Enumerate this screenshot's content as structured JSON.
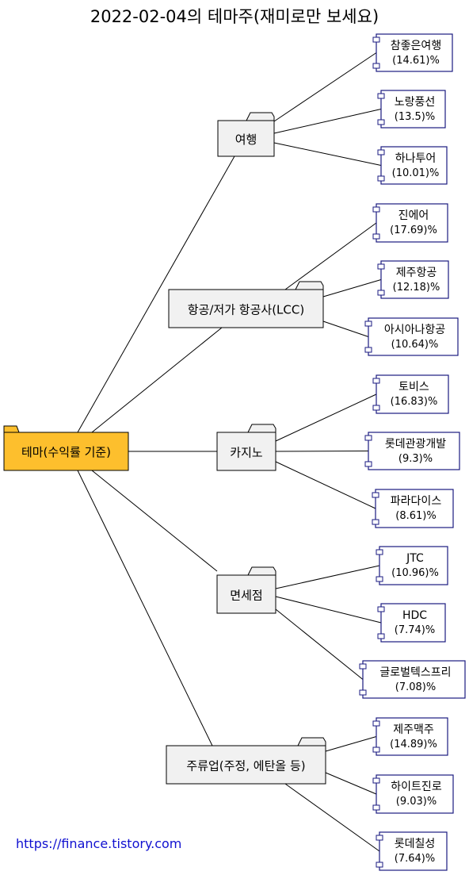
{
  "title": "2022-02-04의 테마주(재미로만 보세요)",
  "footer": "https://finance.tistory.com",
  "colors": {
    "root_fill": "#fdbf2d",
    "group_fill": "#f1f1f1",
    "leaf_border": "#1a1a80",
    "line": "#000000"
  },
  "root": {
    "label": "테마(수익률 기준)"
  },
  "groups": [
    {
      "label": "여행",
      "stocks": [
        {
          "name": "참좋은여행",
          "ret": "(14.61)%"
        },
        {
          "name": "노랑풍선",
          "ret": "(13.5)%"
        },
        {
          "name": "하나투어",
          "ret": "(10.01)%"
        }
      ]
    },
    {
      "label": "항공/저가 항공사(LCC)",
      "stocks": [
        {
          "name": "진에어",
          "ret": "(17.69)%"
        },
        {
          "name": "제주항공",
          "ret": "(12.18)%"
        },
        {
          "name": "아시아나항공",
          "ret": "(10.64)%"
        }
      ]
    },
    {
      "label": "카지노",
      "stocks": [
        {
          "name": "토비스",
          "ret": "(16.83)%"
        },
        {
          "name": "롯데관광개발",
          "ret": "(9.3)%"
        },
        {
          "name": "파라다이스",
          "ret": "(8.61)%"
        }
      ]
    },
    {
      "label": "면세점",
      "stocks": [
        {
          "name": "JTC",
          "ret": "(10.96)%"
        },
        {
          "name": "HDC",
          "ret": "(7.74)%"
        },
        {
          "name": "글로벌텍스프리",
          "ret": "(7.08)%"
        }
      ]
    },
    {
      "label": "주류업(주정, 에탄올 등)",
      "stocks": [
        {
          "name": "제주맥주",
          "ret": "(14.89)%"
        },
        {
          "name": "하이트진로",
          "ret": "(9.03)%"
        },
        {
          "name": "롯데칠성",
          "ret": "(7.64)%"
        }
      ]
    }
  ]
}
